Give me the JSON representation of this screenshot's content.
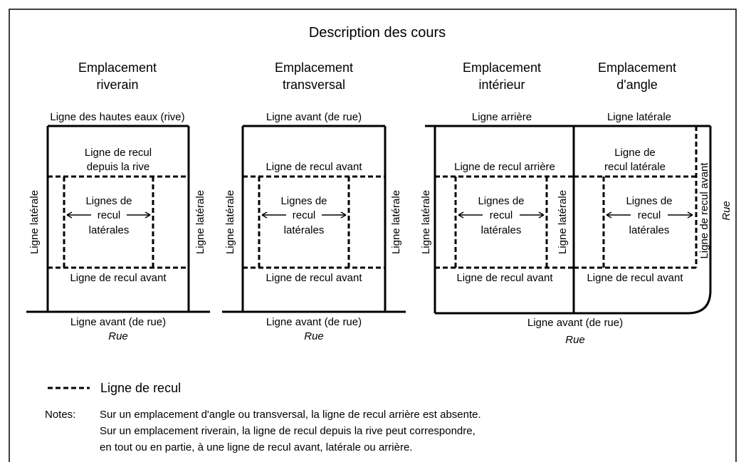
{
  "title": "Description des cours",
  "lots": {
    "riverain": {
      "heading": [
        "Emplacement",
        "riverain"
      ],
      "top_line": "Ligne des hautes eaux (rive)",
      "setback_top": [
        "Ligne de recul",
        "depuis la rive"
      ],
      "side_left": "Ligne latérale",
      "side_right": "Ligne latérale",
      "side_setbacks": [
        "Lignes de",
        "recul",
        "latérales"
      ],
      "setback_bottom": "Ligne de recul avant",
      "bottom_line": "Ligne avant (de rue)",
      "street": "Rue"
    },
    "transversal": {
      "heading": [
        "Emplacement",
        "transversal"
      ],
      "top_line": "Ligne avant (de rue)",
      "setback_top": "Ligne de recul avant",
      "side_left": "Ligne latérale",
      "side_right": "Ligne latérale",
      "side_setbacks": [
        "Lignes de",
        "recul",
        "latérales"
      ],
      "setback_bottom": "Ligne de recul avant",
      "bottom_line": "Ligne avant (de rue)",
      "street": "Rue"
    },
    "interieur": {
      "heading": [
        "Emplacement",
        "intérieur"
      ],
      "top_line": "Ligne arrière",
      "setback_top": "Ligne de recul arrière",
      "side_left": "Ligne latérale",
      "side_right": "Ligne latérale",
      "side_setbacks": [
        "Lignes de",
        "recul",
        "latérales"
      ],
      "setback_bottom": "Ligne de recul avant"
    },
    "angle": {
      "heading": [
        "Emplacement",
        "d'angle"
      ],
      "top_line": "Ligne latérale",
      "setback_top": [
        "Ligne de",
        "recul latérale"
      ],
      "side_setbacks": [
        "Lignes de",
        "recul",
        "latérales"
      ],
      "side_right_setback": "Ligne de recul avant",
      "side_street": "Rue",
      "setback_bottom": "Ligne de recul avant"
    },
    "shared_bottom_line": "Ligne avant (de rue)",
    "shared_street": "Rue"
  },
  "legend": {
    "label": "Ligne de recul"
  },
  "notes": {
    "label": "Notes:",
    "lines": [
      "Sur un emplacement d'angle ou transversal, la ligne de recul arrière est absente.",
      "Sur un emplacement riverain, la ligne de recul depuis la rive peut correspondre,",
      "en tout ou en partie, à une ligne de recul avant, latérale ou arrière."
    ]
  }
}
